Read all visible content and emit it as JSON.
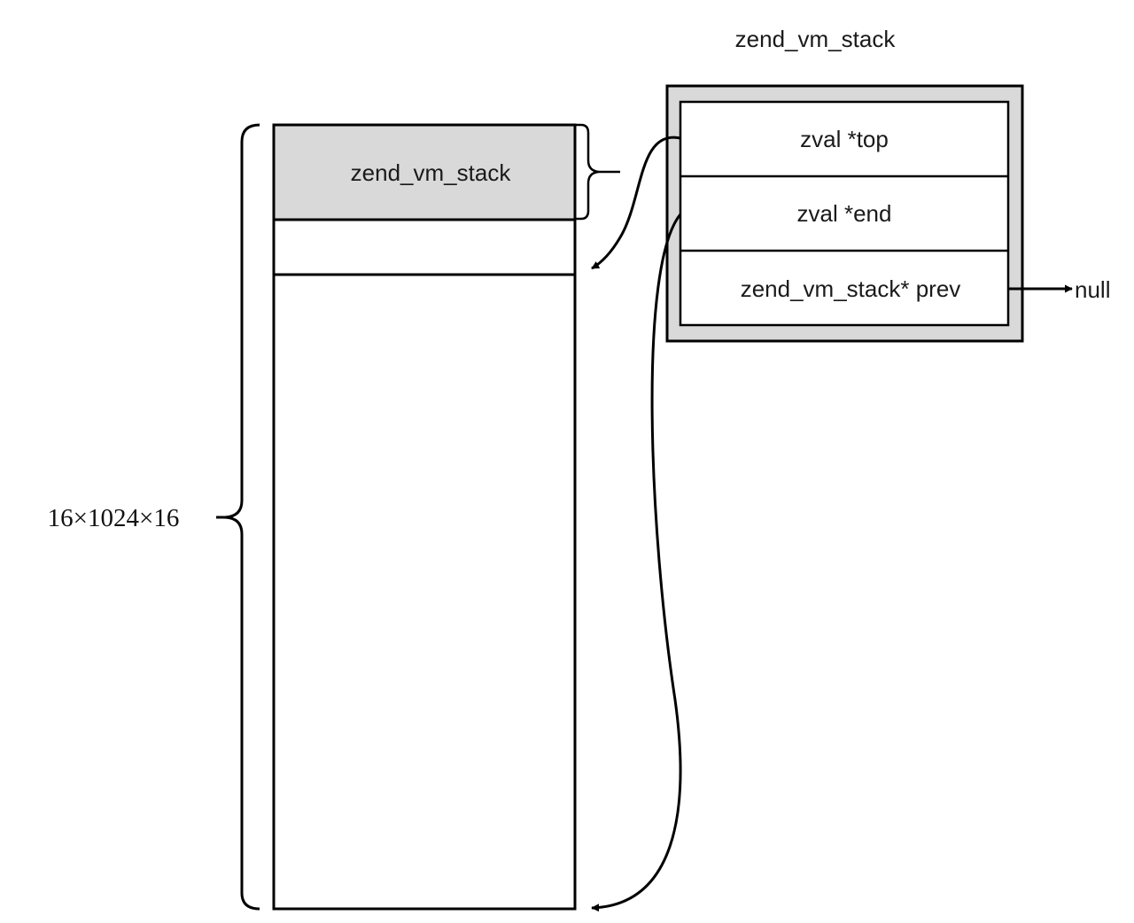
{
  "struct": {
    "title": "zend_vm_stack",
    "fields": [
      "zval *top",
      "zval *end",
      "zend_vm_stack* prev"
    ],
    "prev_target": "null",
    "outer_fill": "#d9d9d9"
  },
  "memory_block": {
    "header_label": "zend_vm_stack",
    "header_fill": "#d9d9d9",
    "size_label": "16×1024×16"
  }
}
